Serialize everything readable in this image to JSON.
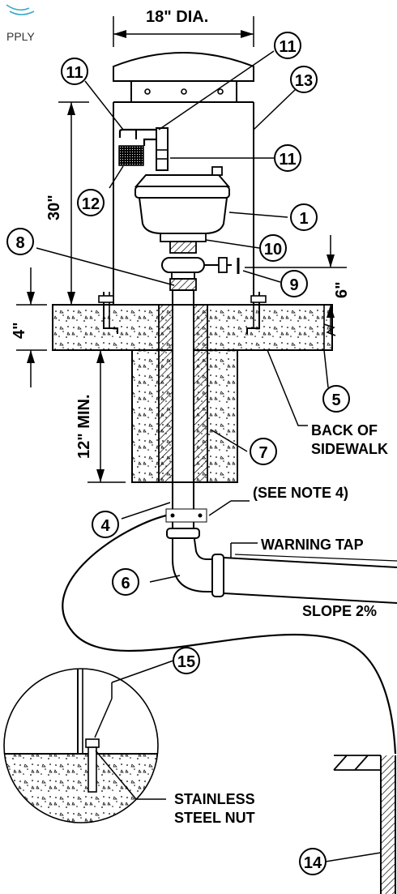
{
  "logo": {
    "text": "PPLY",
    "brand_color": "#3aa8c8"
  },
  "dimensions": {
    "dia": "18\" DIA.",
    "h30": "30\"",
    "h6": "6\"",
    "h4": "4\"",
    "h12": "12\" MIN."
  },
  "callouts": [
    "1",
    "4",
    "5",
    "6",
    "7",
    "8",
    "9",
    "10",
    "11",
    "11",
    "11",
    "12",
    "13",
    "14",
    "15"
  ],
  "notes": {
    "back_of": "BACK OF",
    "sidewalk": "SIDEWALK",
    "see_note": "(SEE NOTE 4)",
    "warning_tape": "WARNING TAP",
    "slope": "SLOPE 2%",
    "stainless": "STAINLESS",
    "steel_nut": "STEEL NUT"
  }
}
